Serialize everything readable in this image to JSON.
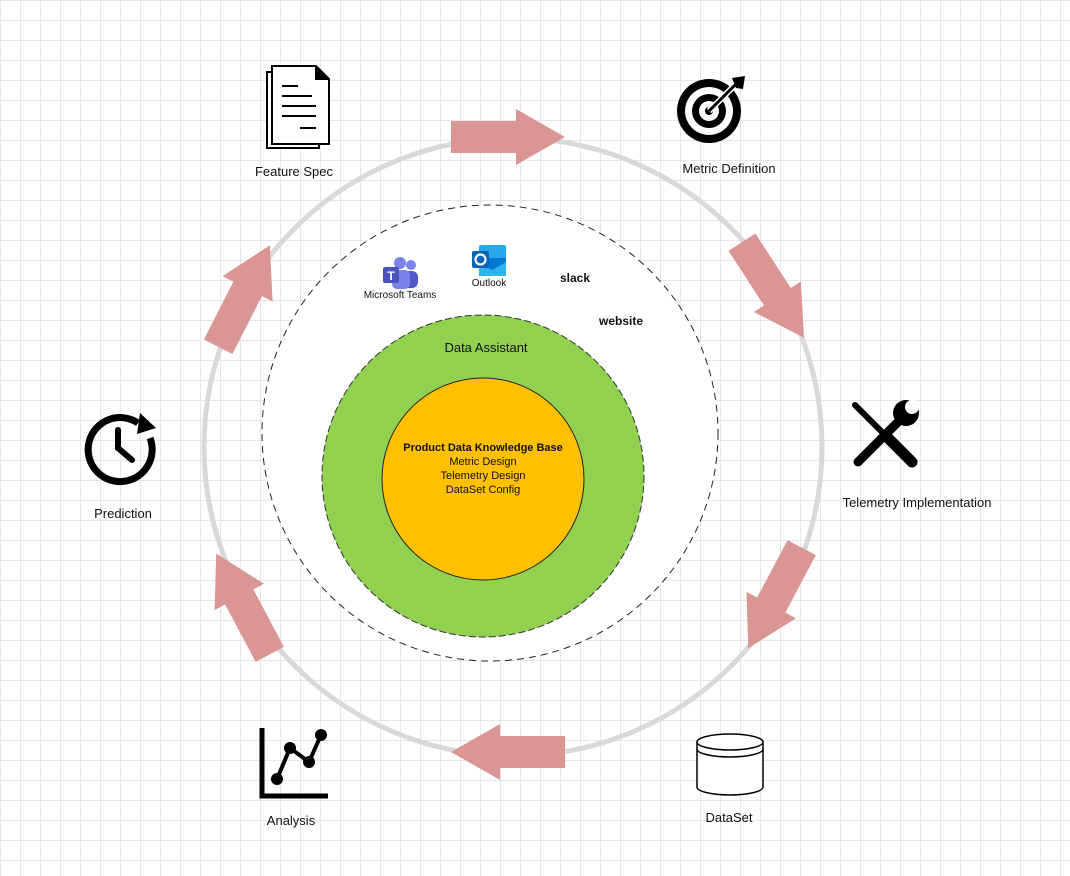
{
  "stages": [
    {
      "label": "Feature Spec",
      "icon": "document-icon"
    },
    {
      "label": "Metric Definition",
      "icon": "target-icon"
    },
    {
      "label": "Telemetry Implementation",
      "icon": "tools-icon"
    },
    {
      "label": "DataSet",
      "icon": "database-icon"
    },
    {
      "label": "Analysis",
      "icon": "line-chart-icon"
    },
    {
      "label": "Prediction",
      "icon": "clock-refresh-icon"
    }
  ],
  "channels": {
    "teams": "Microsoft Teams",
    "outlook": "Outlook",
    "slack": "slack",
    "website": "website"
  },
  "assistant": {
    "label": "Data Assistant"
  },
  "knowledge_base": {
    "title": "Product Data Knowledge Base",
    "items": [
      "Metric Design",
      "Telemetry Design",
      "DataSet Config"
    ]
  },
  "colors": {
    "arrow": "#d99694",
    "ring": "#d9d9d9",
    "assistant": "#92d050",
    "knowledge_base": "#ffc000"
  }
}
